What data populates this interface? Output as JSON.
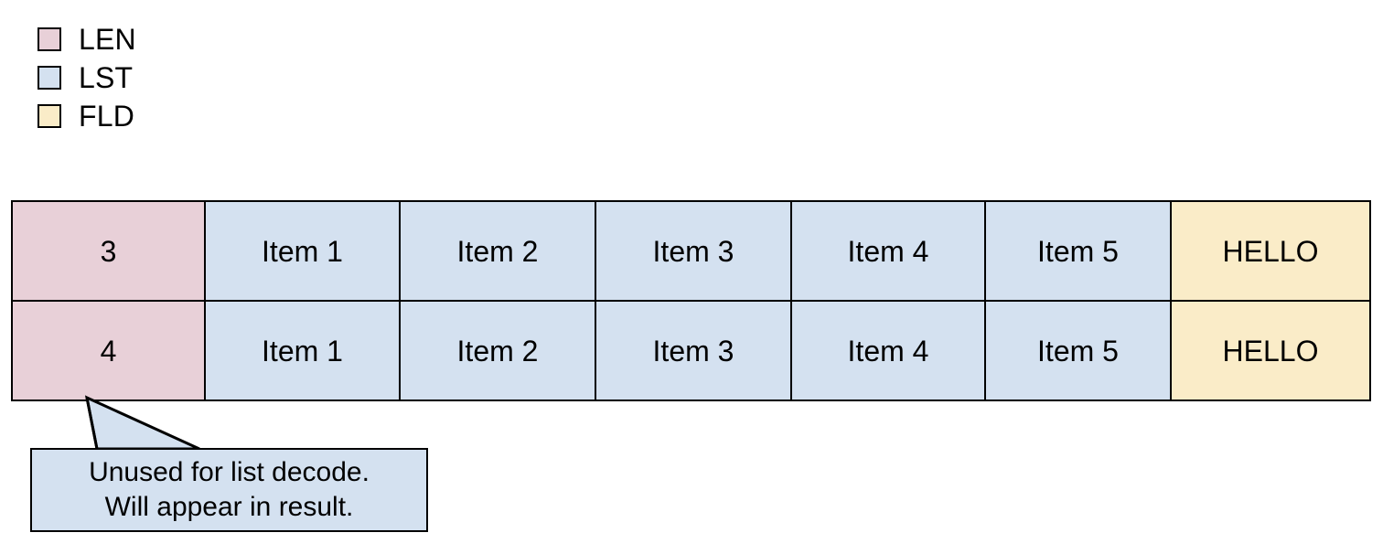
{
  "legend": {
    "items": [
      {
        "label": "LEN",
        "color": "#e8d0d8",
        "icon": "square-swatch-icon"
      },
      {
        "label": "LST",
        "color": "#d4e1f0",
        "icon": "square-swatch-icon"
      },
      {
        "label": "FLD",
        "color": "#faecc8",
        "icon": "square-swatch-icon"
      }
    ]
  },
  "table": {
    "rows": [
      {
        "len": "3",
        "items": [
          "Item 1",
          "Item 2",
          "Item 3",
          "Item 4",
          "Item 5"
        ],
        "fld": "HELLO"
      },
      {
        "len": "4",
        "items": [
          "Item 1",
          "Item 2",
          "Item 3",
          "Item 4",
          "Item 5"
        ],
        "fld": "HELLO"
      }
    ]
  },
  "callout": {
    "line1": "Unused for list decode.",
    "line2": "Will appear in result.",
    "fill_color": "#d4e1f0",
    "border_color": "#000000"
  },
  "colors": {
    "len": "#e8d0d8",
    "lst": "#d4e1f0",
    "fld": "#faecc8",
    "stroke": "#000000",
    "background": "#ffffff"
  }
}
